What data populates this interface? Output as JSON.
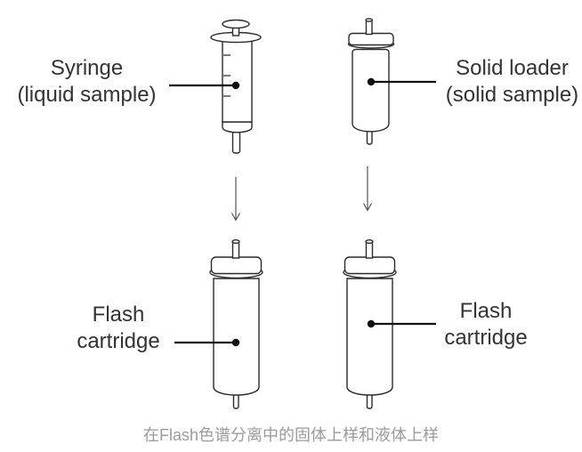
{
  "diagram": {
    "items": {
      "syringe": {
        "label_line1": "Syringe",
        "label_line2": "(liquid sample)"
      },
      "solid_loader": {
        "label_line1": "Solid loader",
        "label_line2": "(solid sample)"
      },
      "flash_cartridge_left": {
        "label_line1": "Flash",
        "label_line2": "cartridge"
      },
      "flash_cartridge_right": {
        "label_line1": "Flash",
        "label_line2": "cartridge"
      }
    },
    "caption": "在Flash色谱分离中的固体上样和液体上样",
    "colors": {
      "background": "#ffffff",
      "line_art": "#2b2b2b",
      "leader_line": "#111111",
      "arrow": "#555555",
      "label_text": "#333333",
      "caption_text": "#9b9b9b"
    }
  }
}
